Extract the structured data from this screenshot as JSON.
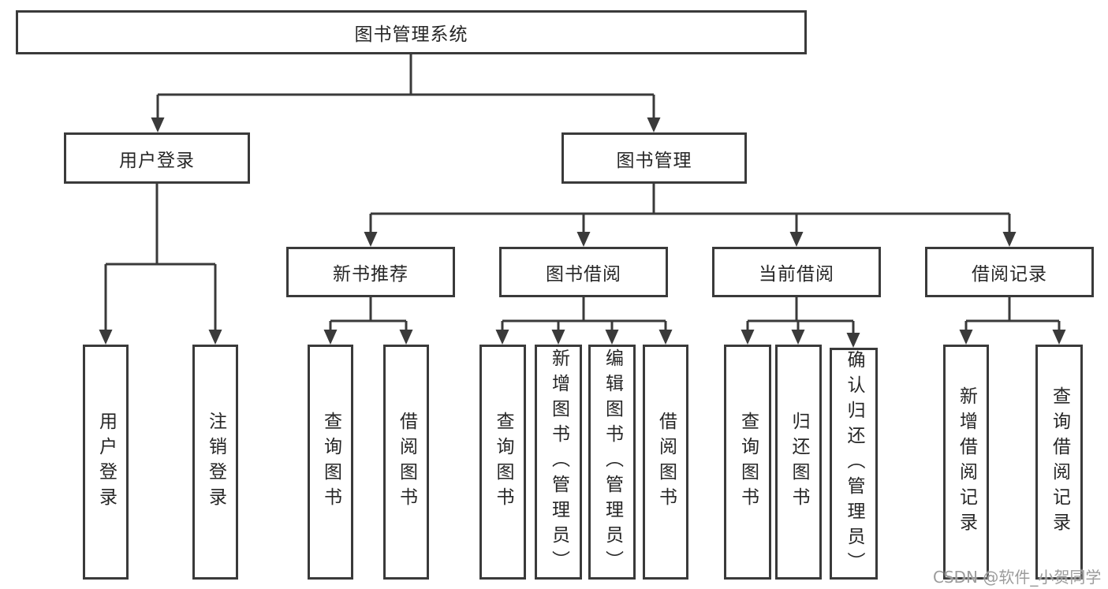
{
  "diagram": {
    "title": "图书管理系统",
    "root": {
      "label": "图书管理系统"
    },
    "user_branch": {
      "label": "用户登录",
      "children": [
        "用户登录",
        "注销登录"
      ]
    },
    "book_branch": {
      "label": "图书管理",
      "groups": [
        {
          "label": "新书推荐",
          "children": [
            "查询图书",
            "借阅图书"
          ]
        },
        {
          "label": "图书借阅",
          "children": [
            "查询图书",
            "新增图书（管理员）",
            "编辑图书（管理员）",
            "借阅图书"
          ]
        },
        {
          "label": "当前借阅",
          "children": [
            "查询图书",
            "归还图书",
            "确认归还（管理员）"
          ]
        },
        {
          "label": "借阅记录",
          "children": [
            "新增借阅记录",
            "查询借阅记录"
          ]
        }
      ]
    }
  },
  "watermark": "CSDN @软件_小贺同学",
  "colors": {
    "line": "#3a3a3a",
    "text": "#262626",
    "watermark_text": "#9c9c9c",
    "background": "#ffffff"
  }
}
